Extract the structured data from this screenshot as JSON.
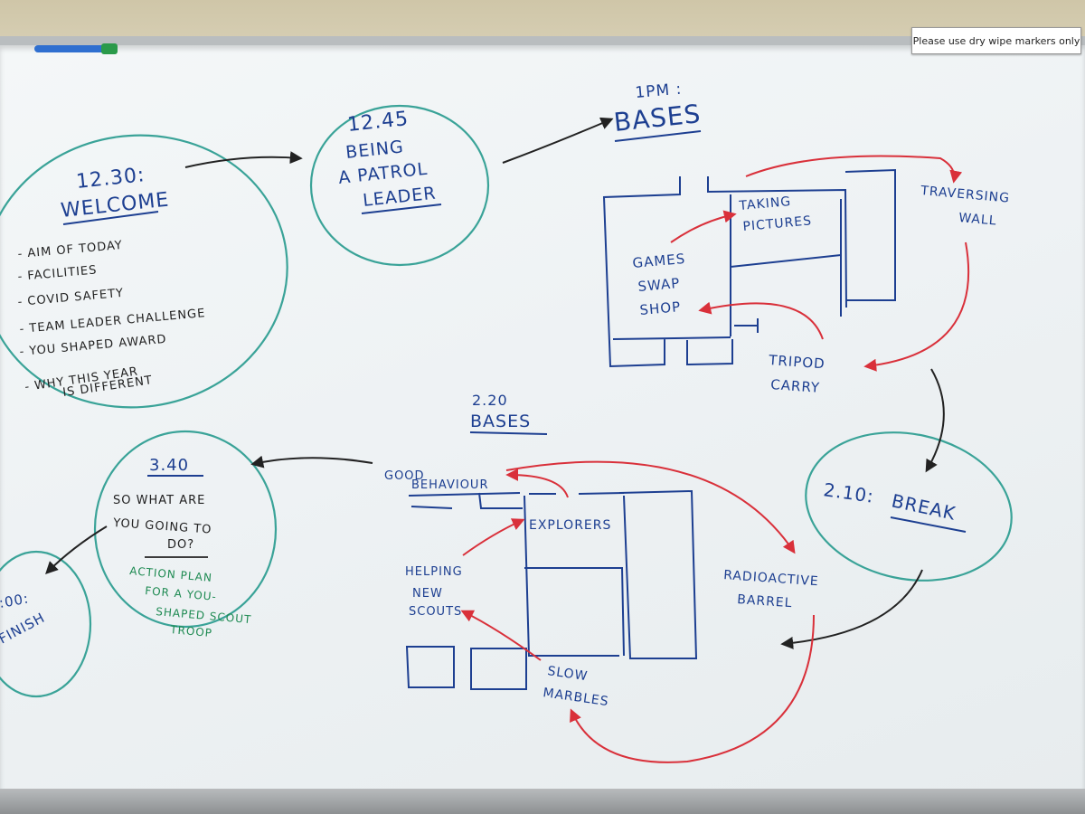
{
  "sign": {
    "text": "Please use dry wipe markers only"
  },
  "colors": {
    "blue_ink": "#1d3f91",
    "teal_ink": "#3aa398",
    "red_ink": "#d9303a",
    "black_ink": "#222222",
    "green_ink": "#1e8a52"
  },
  "welcome": {
    "time": "12.30:",
    "title": "WELCOME",
    "items": [
      "- AIM OF TODAY",
      "- FACILITIES",
      "- COVID SAFETY",
      "- TEAM LEADER CHALLENGE",
      "- YOU SHAPED AWARD",
      "- WHY THIS YEAR",
      "IS DIFFERENT"
    ]
  },
  "patrol": {
    "time": "12.45",
    "line1": "BEING",
    "line2": "A PATROL",
    "line3": "LEADER"
  },
  "bases1": {
    "time": "1PM :",
    "title": "BASES",
    "taking_pictures_1": "TAKING",
    "taking_pictures_2": "PICTURES",
    "traversing_1": "TRAVERSING",
    "traversing_2": "WALL",
    "games_1": "GAMES",
    "games_2": "SWAP",
    "games_3": "SHOP",
    "tripod_1": "TRIPOD",
    "tripod_2": "CARRY"
  },
  "break_session": {
    "time": "2.10:",
    "title": "BREAK"
  },
  "bases2": {
    "time": "2.20",
    "title": "BASES",
    "good_1": "GOOD",
    "good_2": "BEHAVIOUR",
    "explorers": "EXPLORERS",
    "helping_1": "HELPING",
    "helping_2": "NEW",
    "helping_3": "SCOUTS",
    "radioactive_1": "RADIOACTIVE",
    "radioactive_2": "BARREL",
    "slow_1": "SLOW",
    "slow_2": "MARBLES"
  },
  "going": {
    "time": "3.40",
    "line1": "SO WHAT ARE",
    "line2": "YOU GOING TO",
    "line3": "DO?",
    "plan_1": "ACTION PLAN",
    "plan_2": "FOR A YOU-",
    "plan_3": "SHAPED SCOUT",
    "plan_4": "TROOP"
  },
  "finish": {
    "time": ":00:",
    "title": "FINISH"
  }
}
